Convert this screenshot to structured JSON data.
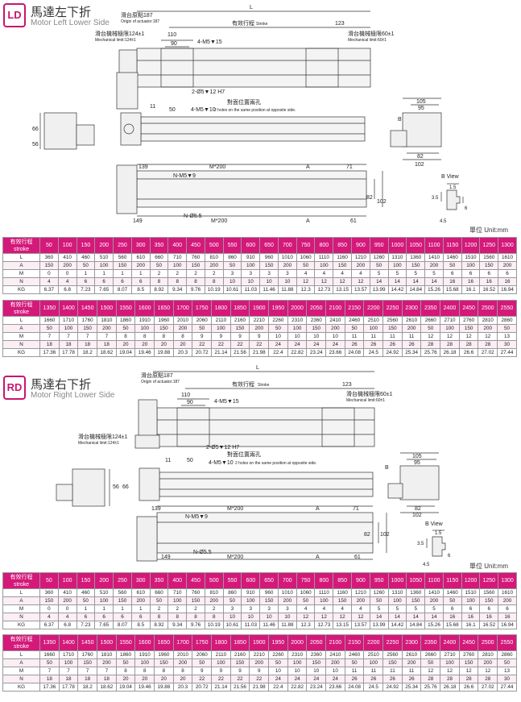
{
  "labels": {
    "L": "L",
    "stroke_cn": "有效行程",
    "stroke_en": "Stroke",
    "d123": "123",
    "origin_cn": "滑台原點187",
    "origin_en": "Origin of actuator:187",
    "mech_left_cn": "滑台機械極限124±1",
    "mech_left_en": "Mechanical limit:124±1",
    "mech_right_cn": "滑台機械極限60±1",
    "mech_right_en": "Mechanical limit:60±1",
    "d110": "110",
    "d90": "90",
    "m5": "4-M5▼15",
    "pin": "2-Ø5▼12 H7",
    "d11": "11",
    "d50": "50",
    "m5b": "4-M5▼10",
    "opp_cn": "對面位置兩孔",
    "opp_en": "2 holes on the same position at opposite side.",
    "d66": "66",
    "d56": "56",
    "d105": "105",
    "d95": "95",
    "d82": "82",
    "d102": "102",
    "b": "B",
    "d139": "139",
    "m200": "M*200",
    "a": "A",
    "d71": "71",
    "nm5": "N-M5▼9",
    "no55": "N-Ø5.5",
    "d149": "149",
    "d61": "61",
    "bview": "B View",
    "d15": "1.5",
    "d35": "3.5",
    "d6": "6",
    "d45": "4.5",
    "unit": "單位 Unit:mm"
  },
  "sections": {
    "ld": {
      "badge": "LD",
      "title_cn": "馬達左下折",
      "title_en": "Motor Left Lower Side"
    },
    "rd": {
      "badge": "RD",
      "title_cn": "馬達右下折",
      "title_en": "Motor Right Lower Side"
    }
  },
  "table": {
    "corner_cn": "有效行程",
    "corner_en": "stroke",
    "row_labels": [
      "L",
      "A",
      "M",
      "N",
      "KG"
    ],
    "part1": {
      "strokes": [
        "50",
        "100",
        "150",
        "200",
        "250",
        "300",
        "350",
        "400",
        "450",
        "500",
        "550",
        "600",
        "650",
        "700",
        "750",
        "800",
        "850",
        "900",
        "950",
        "1000",
        "1050",
        "1100",
        "1150",
        "1200",
        "1250",
        "1300"
      ],
      "rows": [
        [
          "360",
          "410",
          "460",
          "510",
          "560",
          "610",
          "660",
          "710",
          "760",
          "810",
          "860",
          "910",
          "960",
          "1010",
          "1060",
          "1110",
          "1160",
          "1210",
          "1260",
          "1310",
          "1360",
          "1410",
          "1460",
          "1510",
          "1560",
          "1610"
        ],
        [
          "150",
          "200",
          "50",
          "100",
          "150",
          "200",
          "50",
          "100",
          "150",
          "200",
          "50",
          "100",
          "150",
          "200",
          "50",
          "100",
          "150",
          "200",
          "50",
          "100",
          "150",
          "200",
          "50",
          "100",
          "150",
          "200"
        ],
        [
          "0",
          "0",
          "1",
          "1",
          "1",
          "1",
          "2",
          "2",
          "2",
          "2",
          "3",
          "3",
          "3",
          "3",
          "4",
          "4",
          "4",
          "4",
          "5",
          "5",
          "5",
          "5",
          "6",
          "6",
          "6",
          "6"
        ],
        [
          "4",
          "4",
          "6",
          "6",
          "6",
          "6",
          "8",
          "8",
          "8",
          "8",
          "10",
          "10",
          "10",
          "10",
          "12",
          "12",
          "12",
          "12",
          "14",
          "14",
          "14",
          "14",
          "16",
          "16",
          "16",
          "16"
        ],
        [
          "6.37",
          "6.8",
          "7.23",
          "7.65",
          "8.07",
          "8.5",
          "8.92",
          "9.34",
          "9.76",
          "10.19",
          "10.61",
          "11.03",
          "11.46",
          "11.88",
          "12.3",
          "12.73",
          "13.15",
          "13.57",
          "13.99",
          "14.42",
          "14.84",
          "15.26",
          "15.68",
          "16.1",
          "16.52",
          "16.94"
        ]
      ]
    },
    "part2": {
      "strokes": [
        "1350",
        "1400",
        "1450",
        "1500",
        "1550",
        "1600",
        "1650",
        "1700",
        "1750",
        "1800",
        "1850",
        "1900",
        "1950",
        "2000",
        "2050",
        "2100",
        "2150",
        "2200",
        "2250",
        "2300",
        "2350",
        "2400",
        "2450",
        "2500",
        "2550"
      ],
      "rows": [
        [
          "1660",
          "1710",
          "1760",
          "1810",
          "1860",
          "1910",
          "1960",
          "2010",
          "2060",
          "2110",
          "2160",
          "2210",
          "2260",
          "2310",
          "2360",
          "2410",
          "2460",
          "2510",
          "2560",
          "2610",
          "2660",
          "2710",
          "2760",
          "2810",
          "2860"
        ],
        [
          "50",
          "100",
          "150",
          "200",
          "50",
          "100",
          "150",
          "200",
          "50",
          "100",
          "150",
          "200",
          "50",
          "100",
          "150",
          "200",
          "50",
          "100",
          "150",
          "200",
          "50",
          "100",
          "150",
          "200",
          "50"
        ],
        [
          "7",
          "7",
          "7",
          "7",
          "8",
          "8",
          "8",
          "8",
          "9",
          "9",
          "9",
          "9",
          "10",
          "10",
          "10",
          "10",
          "11",
          "11",
          "11",
          "11",
          "12",
          "12",
          "12",
          "12",
          "13"
        ],
        [
          "18",
          "18",
          "18",
          "18",
          "20",
          "20",
          "20",
          "20",
          "22",
          "22",
          "22",
          "22",
          "24",
          "24",
          "24",
          "24",
          "26",
          "26",
          "26",
          "26",
          "28",
          "28",
          "28",
          "28",
          "30"
        ],
        [
          "17.36",
          "17.78",
          "18.2",
          "18.62",
          "19.04",
          "19.46",
          "19.88",
          "20.3",
          "20.72",
          "21.14",
          "21.56",
          "21.98",
          "22.4",
          "22.82",
          "23.24",
          "23.66",
          "24.08",
          "24.5",
          "24.92",
          "25.34",
          "25.76",
          "26.18",
          "26.6",
          "27.02",
          "27.44"
        ]
      ]
    }
  }
}
